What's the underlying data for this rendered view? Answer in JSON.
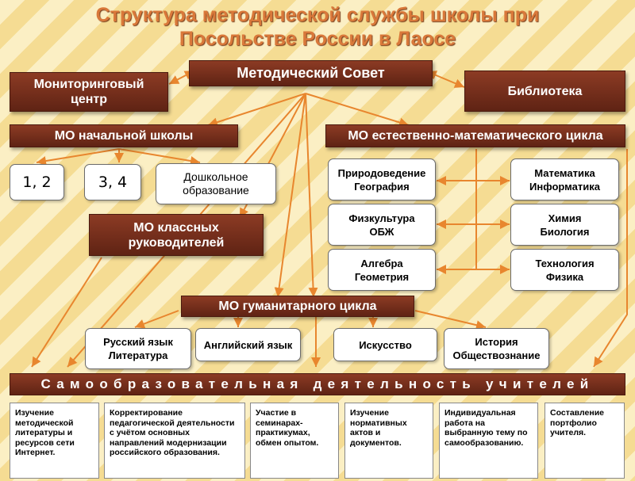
{
  "title_line1": "Структура методической службы школы при",
  "title_line2": "Посольстве России в Лаосе",
  "council": "Методический Совет",
  "monitoring": "Мониторинговый центр",
  "library": "Библиотека",
  "primary_mo": "МО начальной школы",
  "natural_mo": "МО естественно-математического цикла",
  "grades_12": "1, 2",
  "grades_34": "3, 4",
  "preschool": "Дошкольное образование",
  "class_teachers_mo": "МО классных руководителей",
  "nat_left": [
    "Природоведение\nГеография",
    "Физкультура\nОБЖ",
    "Алгебра\nГеометрия"
  ],
  "nat_right": [
    "Математика\nИнформатика",
    "Химия\nБиология",
    "Технология\nФизика"
  ],
  "humanities_mo": "МО гуманитарного цикла",
  "humanities": [
    "Русский язык\nЛитература",
    "Английский язык",
    "Искусство",
    "История\nОбществознание"
  ],
  "self_education": "Самообразовательная деятельность учителей",
  "activities": [
    "Изучение методической литературы и ресурсов сети Интернет.",
    "Корректирование педагогической деятельности с учётом основных направлений модернизации российского образования.",
    "Участие в семинарах-практикумах, обмен опытом.",
    "Изучение нормативных актов и документов.",
    "Индивидуальная работа на выбранную тему по самообразованию.",
    "Составление портфолио учителя."
  ],
  "colors": {
    "accent": "#e8862e",
    "dark_box": "#7a2e1b",
    "title": "#d9783a"
  }
}
